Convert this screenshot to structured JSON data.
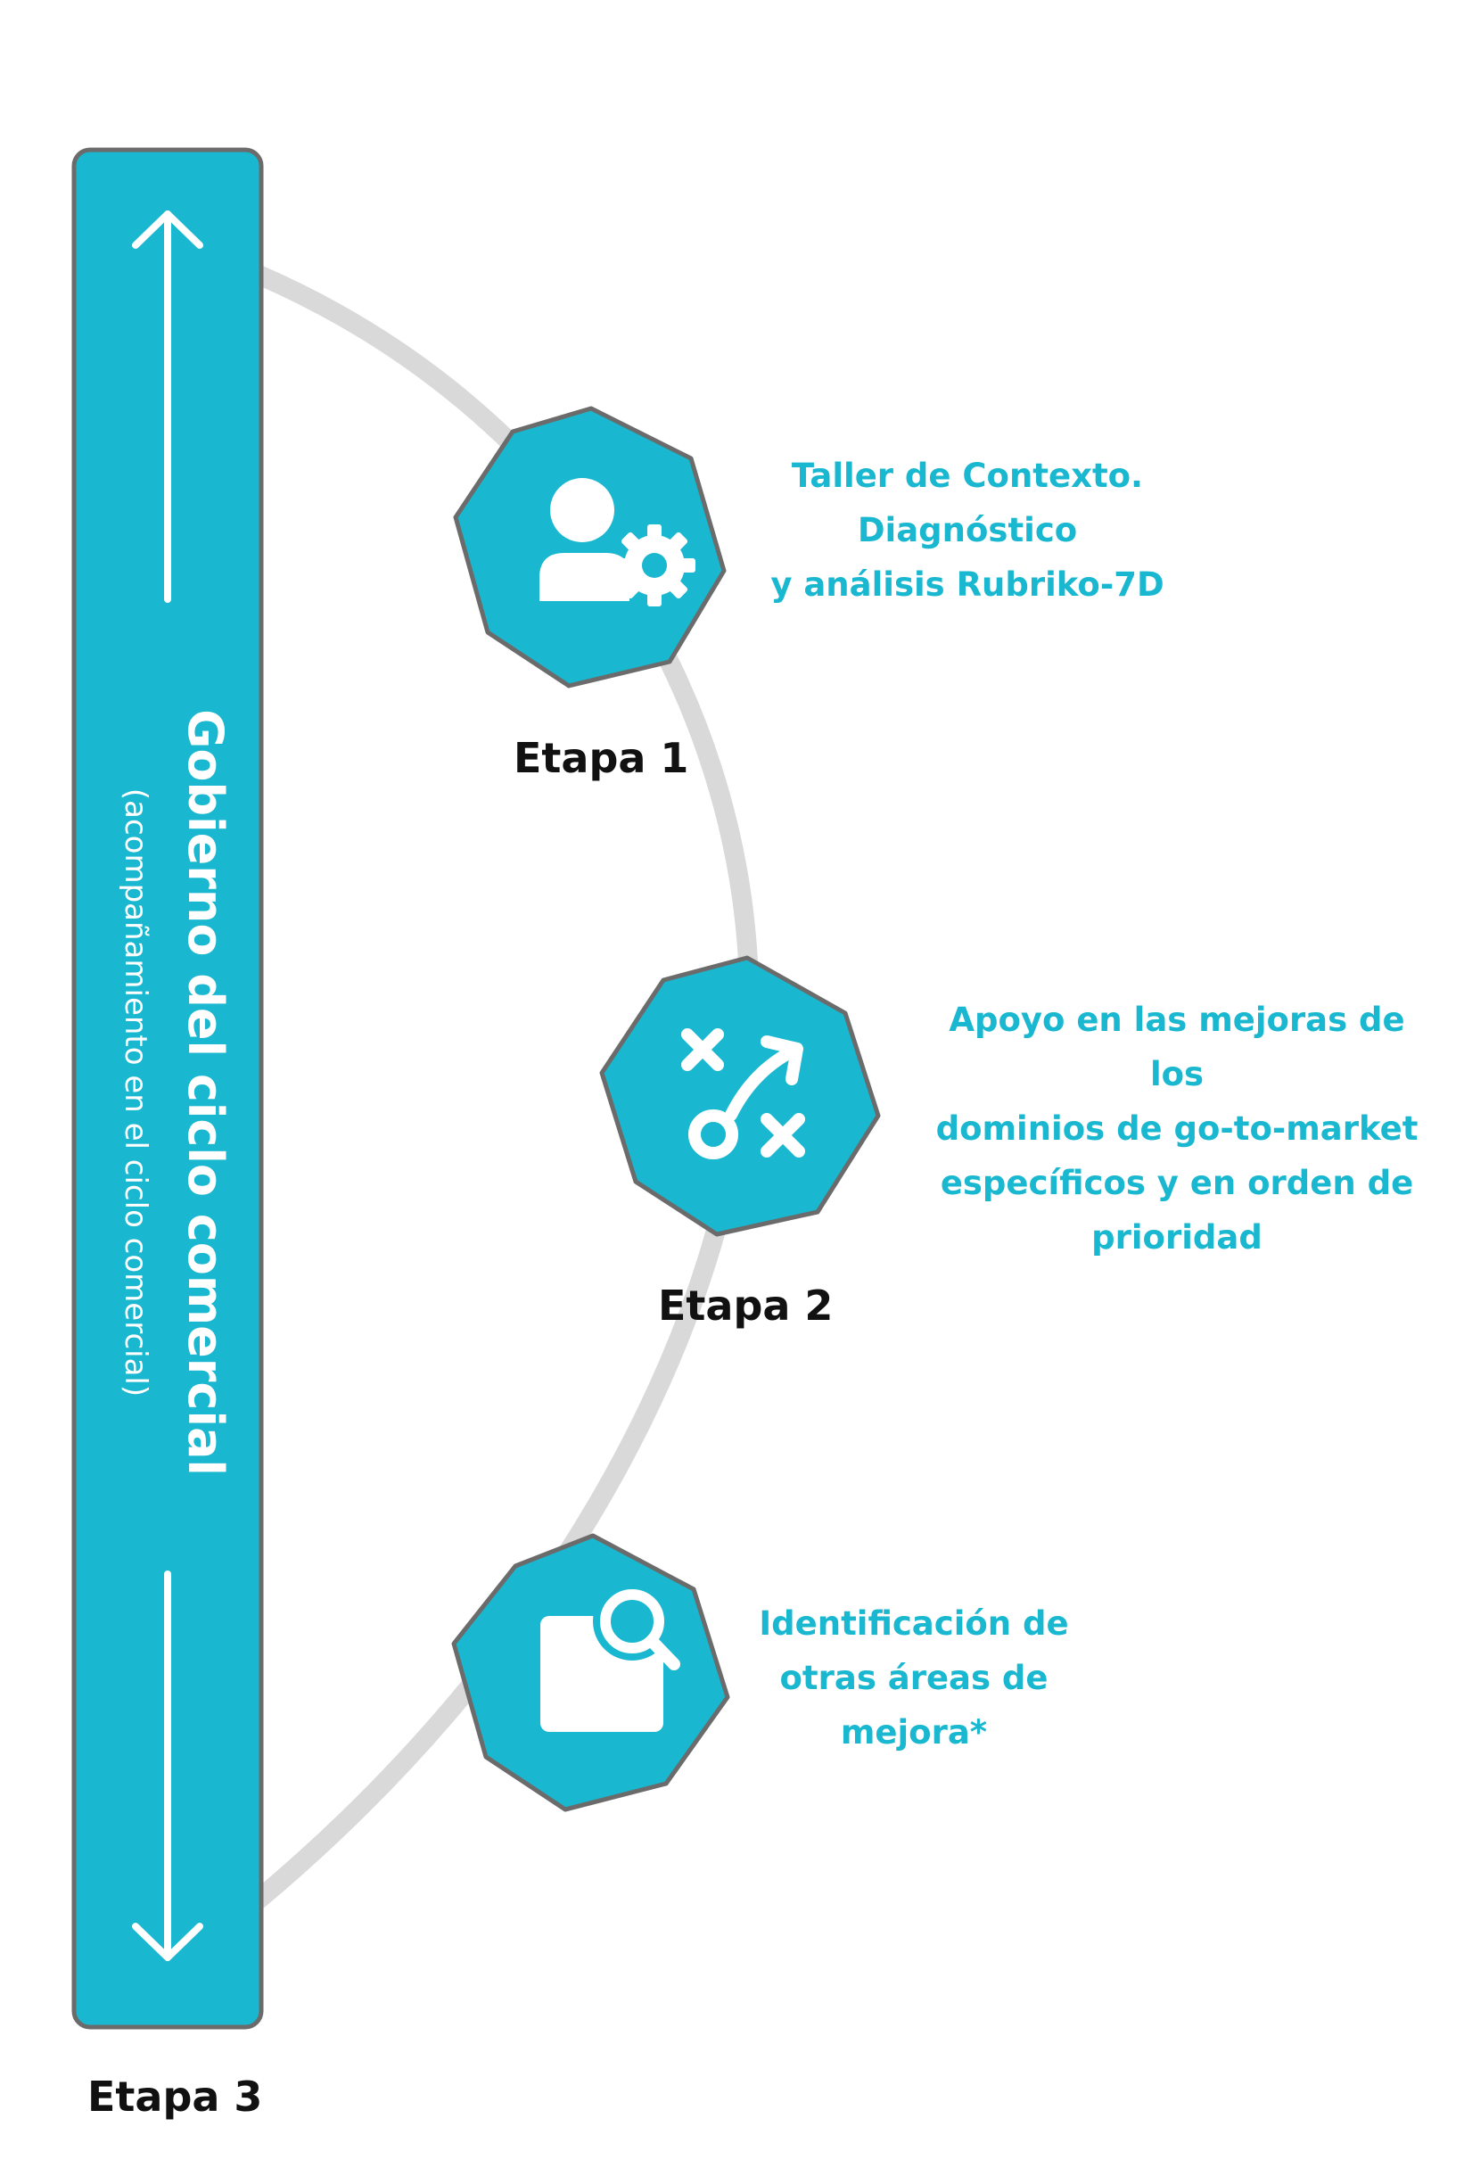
{
  "colors": {
    "accent": "#19b8d0",
    "outline": "#6b6b6b",
    "arc": "#d9d9d9",
    "icon": "#ffffff",
    "label": "#111111"
  },
  "sidebar": {
    "title": "Gobierno del ciclo comercial",
    "subtitle": "(acompañamiento  en el ciclo comercial)",
    "icons": [
      "arrow-up-icon",
      "arrow-down-icon"
    ]
  },
  "stages": [
    {
      "label": "Etapa 1",
      "icon": "user-gear-icon",
      "description": "Taller de Contexto.\nDiagnóstico\ny análisis Rubriko-7D"
    },
    {
      "label": "Etapa 2",
      "icon": "strategy-play-icon",
      "description": "Apoyo en las mejoras de los\ndominios de go-to-market\nespecíficos y en orden de\nprioridad"
    },
    {
      "label": "Etapa 3",
      "icon": "area-search-icon",
      "description": "Identificación de\notras áreas de\nmejora*"
    }
  ]
}
